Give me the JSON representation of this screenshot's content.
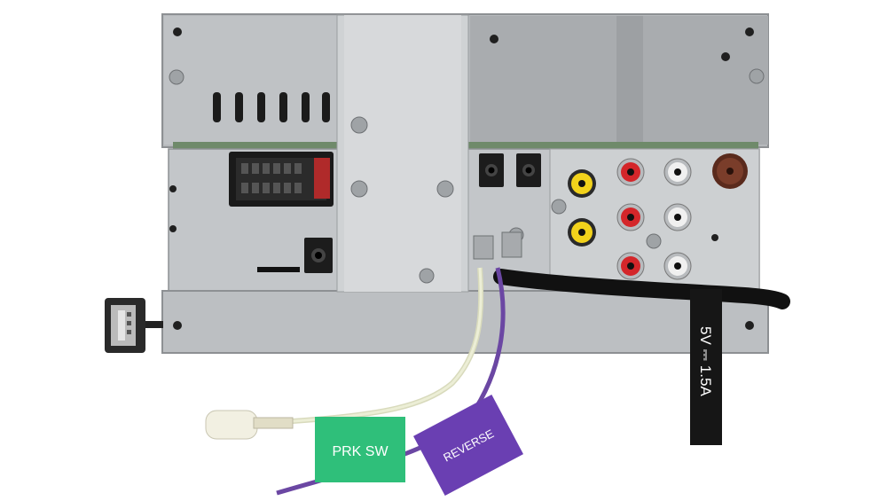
{
  "image": {
    "kind": "car stereo head unit rear panel with wiring",
    "labels": {
      "parking_wire_tag": "PRK SW",
      "reverse_wire_tag": "REVERSE",
      "usb_cable_tag": "5V ⎓ 1.5A"
    },
    "colors": {
      "chassis": "#b9bcbf",
      "chassis_dark": "#8f9295",
      "bracket": "#cfd1d3",
      "cable_black": "#111111",
      "parking_wire": "#e6e8c8",
      "reverse_wire": "#6b47a3",
      "prk_tag": "#2fbf7a",
      "reverse_tag": "#6a3fb2",
      "rca_yellow": "#f2d21b",
      "rca_red": "#d4262a",
      "rca_white": "#e9e9e9",
      "antenna_brown": "#7a3d2a"
    }
  }
}
